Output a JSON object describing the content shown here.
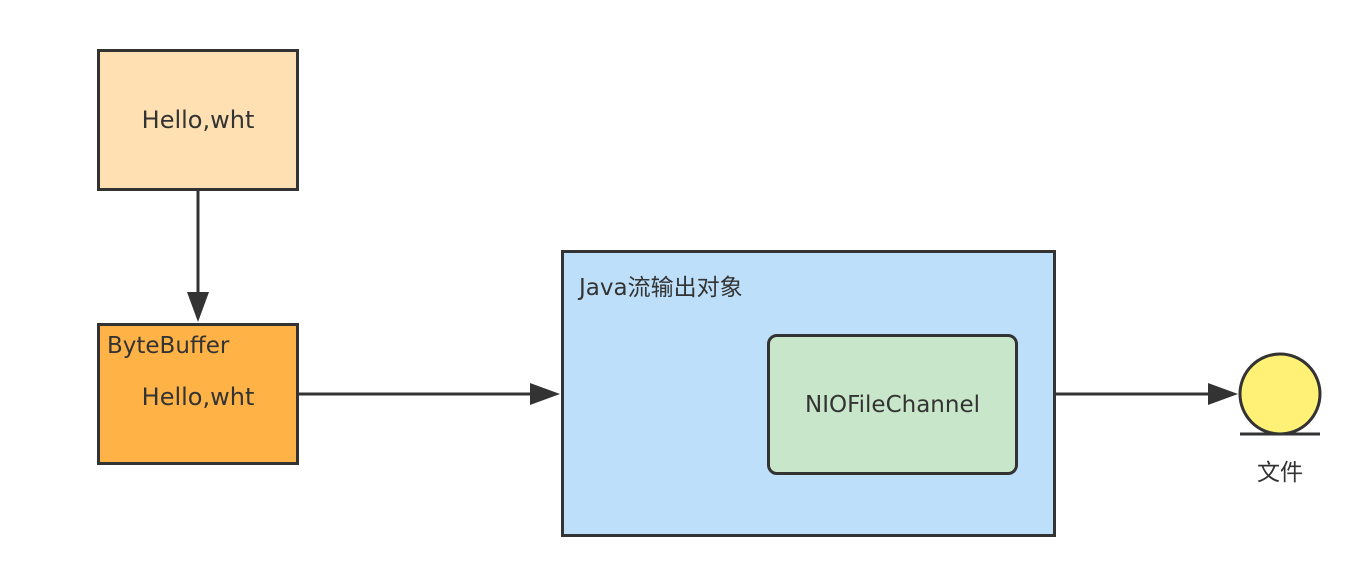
{
  "nodes": {
    "source": {
      "label": "Hello,wht"
    },
    "bytebuffer": {
      "title": "ByteBuffer",
      "content": "Hello,wht"
    },
    "stream": {
      "title": "Java流输出对象"
    },
    "channel": {
      "label": "NIOFileChannel"
    },
    "file": {
      "label": "文件"
    }
  },
  "colors": {
    "source_fill": "#ffe0b3",
    "bytebuffer_fill": "#ffb347",
    "stream_fill": "#bddff9",
    "channel_fill": "#c8e6c9",
    "file_fill": "#fff176",
    "stroke": "#333333"
  },
  "edges": [
    {
      "from": "source",
      "to": "bytebuffer"
    },
    {
      "from": "bytebuffer",
      "to": "stream"
    },
    {
      "from": "stream",
      "to": "file"
    }
  ]
}
